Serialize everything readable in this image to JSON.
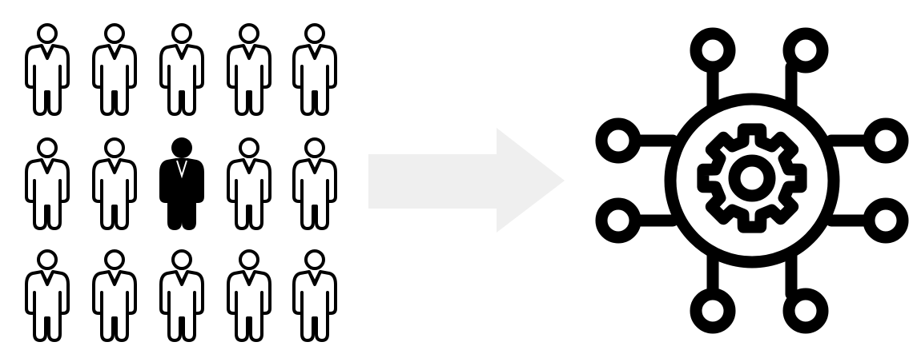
{
  "colors": {
    "background": "#ffffff",
    "ink": "#000000",
    "arrow": "#efefef"
  },
  "people_grid": {
    "rows": 3,
    "columns": 5,
    "icon": "person-icon",
    "highlighted": {
      "row": 2,
      "column": 3,
      "icon": "person-filled-icon"
    }
  },
  "arrow": {
    "icon": "arrow-right-icon"
  },
  "network": {
    "icon": "gear-network-icon",
    "satellite_nodes": 8
  }
}
